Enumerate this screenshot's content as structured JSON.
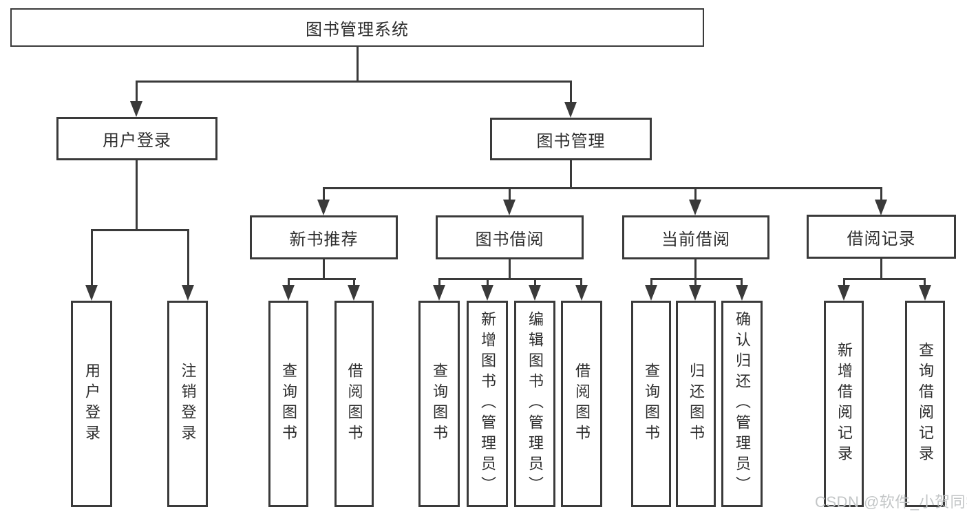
{
  "page": {
    "background": "#ffffff",
    "line_color": "#3a3a3a",
    "text_color": "#2d2d2d"
  },
  "watermark": {
    "text": "CSDN @软件_小贺同学",
    "color": "#c3c6c7"
  },
  "tree": {
    "root": {
      "label": "图书管理系统"
    },
    "branches": [
      {
        "label": "用户登录",
        "children": [
          "用户登录",
          "注销登录"
        ]
      },
      {
        "label": "图书管理",
        "groups": [
          {
            "label": "新书推荐",
            "children": [
              "查询图书",
              "借阅图书"
            ]
          },
          {
            "label": "图书借阅",
            "children": [
              "查询图书",
              "新增图书（管理员）",
              "编辑图书（管理员）",
              "借阅图书"
            ]
          },
          {
            "label": "当前借阅",
            "children": [
              "查询图书",
              "归还图书",
              "确认归还（管理员）"
            ]
          },
          {
            "label": "借阅记录",
            "children": [
              "新增借阅记录",
              "查询借阅记录"
            ]
          }
        ]
      }
    ]
  }
}
